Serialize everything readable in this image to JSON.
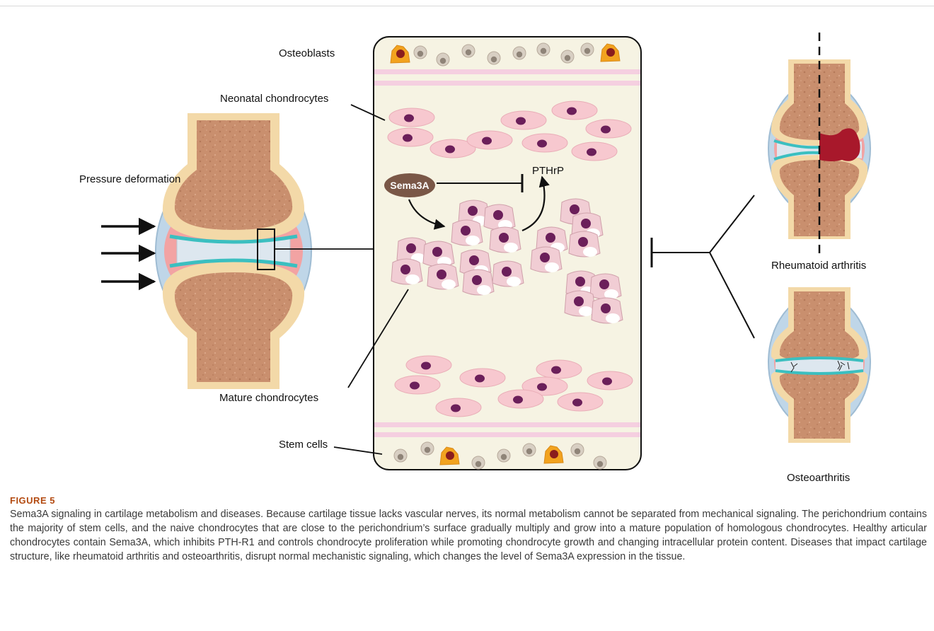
{
  "labels": {
    "pressure": "Pressure deformation",
    "osteoblasts": "Osteoblasts",
    "neonatal": "Neonatal chondrocytes",
    "mature": "Mature chondrocytes",
    "stem": "Stem cells",
    "sema3a": "Sema3A",
    "pthrp": "PTHrP",
    "ra": "Rheumatoid arthritis",
    "oa": "Osteoarthritis"
  },
  "caption": {
    "label": "FIGURE 5",
    "text": "Sema3A signaling in cartilage metabolism and diseases. Because cartilage tissue lacks vascular nerves, its normal metabolism cannot be separated from mechanical signaling. The perichondrium contains the majority of stem cells, and the naive chondrocytes that are close to the perichondrium’s surface gradually multiply and grow into a mature population of homologous chondrocytes. Healthy articular chondrocytes contain Sema3A, which inhibits PTH-R1 and controls chondrocyte proliferation while promoting chondrocyte growth and changing intracellular protein content. Diseases that impact cartilage structure, like rheumatoid arthritis and osteoarthritis, disrupt normal mechanistic signaling, which changes the level of Sema3A expression in the tissue."
  },
  "colors": {
    "bone": "#c98f6e",
    "cartilage": "#f3d9a8",
    "meniscus": "#3bbfc0",
    "capsule": "#b9d2e6",
    "synovium": "#f2a3a3",
    "panel": "#f6f3e3",
    "cell": "#f7c8cf",
    "nucleus": "#6b1f5a",
    "sema3a": "#7a5747",
    "osteoblast": "#f2a31f"
  }
}
